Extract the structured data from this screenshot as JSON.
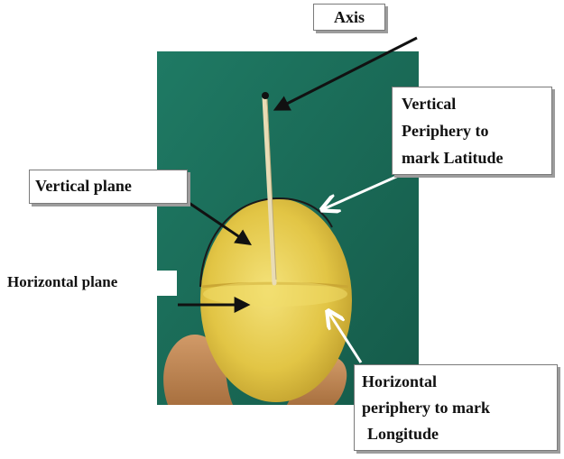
{
  "labels": {
    "axis": "Axis",
    "vertical_periphery": [
      "Vertical",
      "Periphery to",
      "mark Latitude"
    ],
    "vertical_plane": "Vertical plane",
    "horizontal_plane": "Horizontal plane",
    "horizontal_periphery": [
      "Horizontal",
      "periphery to mark",
      "Longitude"
    ]
  },
  "colors": {
    "background": "#1a6d5a",
    "potato": "#e8cf4f",
    "fingers": "#c48a5a",
    "stick": "#e9dcb5",
    "arrow_dark": "#111111",
    "arrow_light": "#ffffff"
  }
}
